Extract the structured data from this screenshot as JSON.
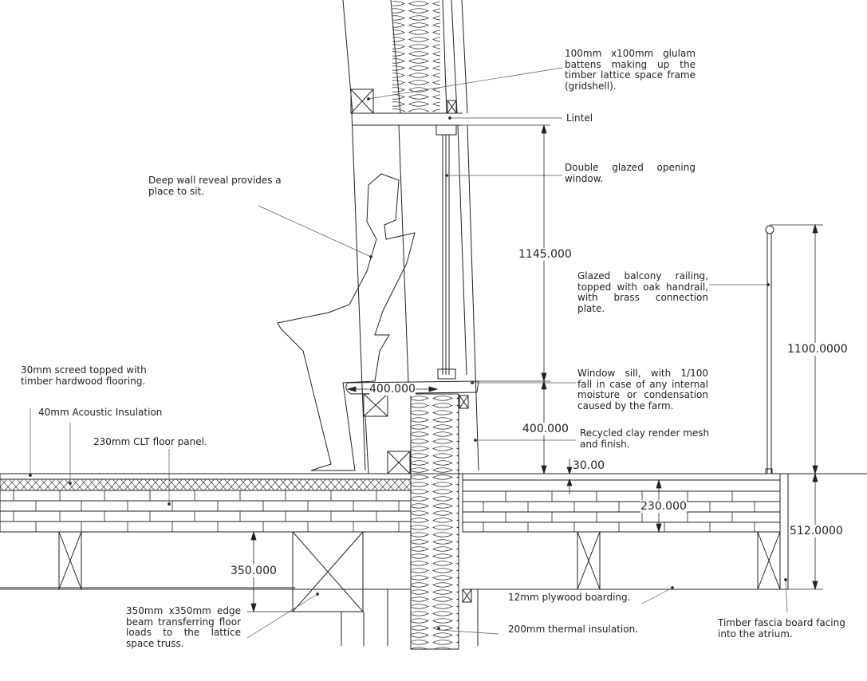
{
  "annotations": {
    "glulam": [
      "100mm x100mm glulam",
      "battens making up the",
      "timber lattice space frame",
      "(gridshell)."
    ],
    "lintel": [
      "Lintel"
    ],
    "window": [
      "Double glazed opening",
      "window."
    ],
    "reveal": [
      "Deep wall reveal provides a",
      "place to sit."
    ],
    "railing": [
      "Glazed balcony railing,",
      "topped with oak handrail,",
      "with brass connection",
      "plate."
    ],
    "sill": [
      "Window sill, with 1/100",
      "fall in case of any internal",
      "moisture or condensation",
      "caused by the farm."
    ],
    "screed": [
      "30mm screed topped with",
      "timber hardwood flooring."
    ],
    "acoustic": [
      "40mm Acoustic Insulation"
    ],
    "clt": [
      "230mm CLT floor panel."
    ],
    "render": [
      "Recycled clay render mesh",
      "and finish."
    ],
    "edge_beam": [
      "350mm x350mm edge",
      "beam transferring floor",
      "loads to the lattice",
      "space truss."
    ],
    "plywood": [
      "12mm plywood boarding."
    ],
    "thermal": [
      "200mm thermal insulation."
    ],
    "fascia": [
      "Timber fascia board facing",
      "into the atrium."
    ]
  },
  "dimensions": {
    "window_height": "1145.000",
    "seat_depth": "400.000",
    "sill_height": "400.000",
    "screed": "30.00",
    "clt": "230.000",
    "railing": "1100.0000",
    "floor_depth": "512.0000",
    "beam": "350.000"
  }
}
